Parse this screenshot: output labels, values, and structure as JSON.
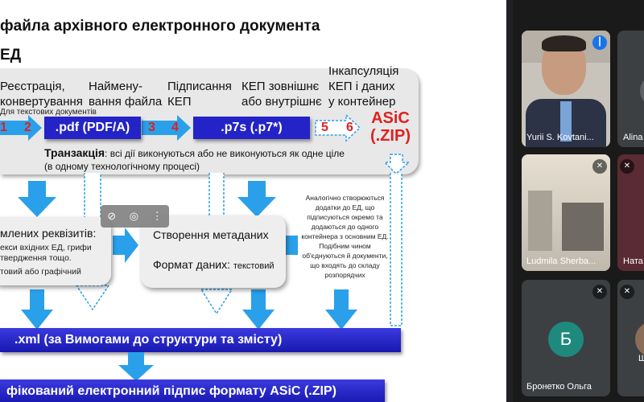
{
  "slide": {
    "title_line1": "файла архівного електронного документа",
    "title_line2": "ЕД",
    "steps": [
      {
        "line1": "Реєстрація,",
        "line2": "конвертування"
      },
      {
        "line1": "Наймену-",
        "line2": "вання файла"
      },
      {
        "line1": "Підписання",
        "line2": "КЕП"
      },
      {
        "line1": "КЕП зовнішнє",
        "line2": "або внутрішнє"
      },
      {
        "line1": "Інкапсуляція",
        "line2": "КЕП і даних",
        "line3": "у контейнер"
      }
    ],
    "text_docs_note": "Для текстових документів",
    "numbers": [
      "1",
      "2",
      "3",
      "4",
      "5",
      "6"
    ],
    "pdf_box": ".pdf (PDF/A)",
    "p7s_box": ".p7s (.p7*)",
    "asic_line1": "ASiC",
    "asic_line2": "(.ZIP)",
    "transaction_label": "Транзакція",
    "transaction_text": ": всі дії виконуються або не виконуються як одне ціле",
    "transaction_text2": "(в одному технологічному процесі)",
    "left_card": {
      "title": "млених реквізитів:",
      "line2": "екси вхідних ЕД, грифи",
      "line3": "твердження тощо.",
      "line4": "товий або графічний"
    },
    "metadata_card": {
      "title": "Створення метаданих",
      "format_label": "Формат даних:",
      "format_value": "текстовий"
    },
    "side_note": "Аналогічно створюються додатки до ЕД, що підписуються окремо та додаються до одного контейнера з основним ЕД. Подібним чином об'єднуються й документи, що входять до складу розпорядчих",
    "xml_bar": ".xml (за Вимогами до структури та змісту)",
    "signature_bar": "фікований електронний підпис формату ASiC (.ZIP)",
    "overlay_icons": [
      "pin-off-icon",
      "eye-off-icon",
      "more-vert-icon"
    ]
  },
  "participants": [
    {
      "name": "Yurii S. Kovtani...",
      "muted": false
    },
    {
      "name": "Alina",
      "muted": false
    },
    {
      "name": "",
      "muted": true
    },
    {
      "name": "Ludmila Sherba...",
      "muted": true
    },
    {
      "name": "Ната",
      "muted": false
    },
    {
      "name": "Бронетко Ольга",
      "initial": "Б",
      "muted": true
    },
    {
      "name": "Ш",
      "muted": false
    }
  ],
  "colors": {
    "blue": "#2323c8",
    "red": "#e02020",
    "light_blue": "#2aa0ea",
    "teal_avatar": "#1e8a7e"
  }
}
